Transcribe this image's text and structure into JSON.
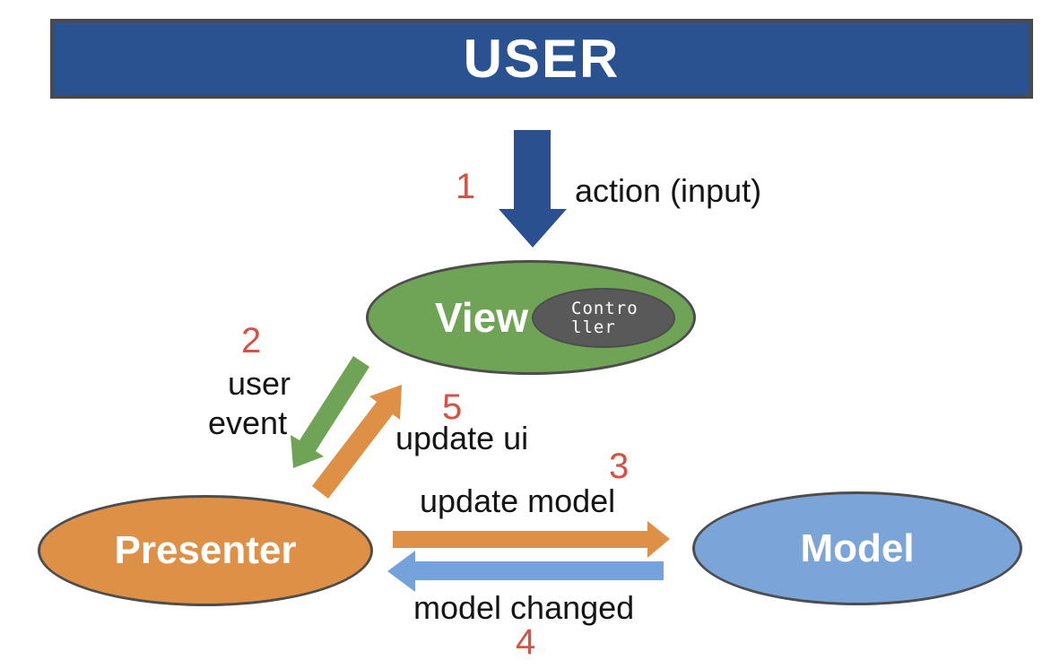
{
  "banner": {
    "label": "USER"
  },
  "nodes": {
    "view": {
      "label": "View"
    },
    "controller": {
      "line1": "Contro",
      "line2": "ller"
    },
    "presenter": {
      "label": "Presenter"
    },
    "model": {
      "label": "Model"
    }
  },
  "steps": [
    {
      "number": "1",
      "label": "action (input)"
    },
    {
      "number": "2",
      "line1": "user",
      "line2": "event"
    },
    {
      "number": "3",
      "label": "update model"
    },
    {
      "number": "4",
      "label": "model changed"
    },
    {
      "number": "5",
      "label": "update ui"
    }
  ],
  "colors": {
    "banner_blue": "#2A5291",
    "banner_border": "#4A4A4A",
    "down_arrow_blue": "#2B508F",
    "view_green": "#6FA355",
    "controller_gray": "#595959",
    "presenter_orange": "#DD9046",
    "model_blue": "#7BA4D8",
    "green_arrow": "#6FA355",
    "orange_arrow": "#DD9046",
    "blue_arrow": "#74A3DB",
    "number_red": "#D65245",
    "ellipse_border": "#4D4D4D",
    "label_black": "#141414"
  }
}
